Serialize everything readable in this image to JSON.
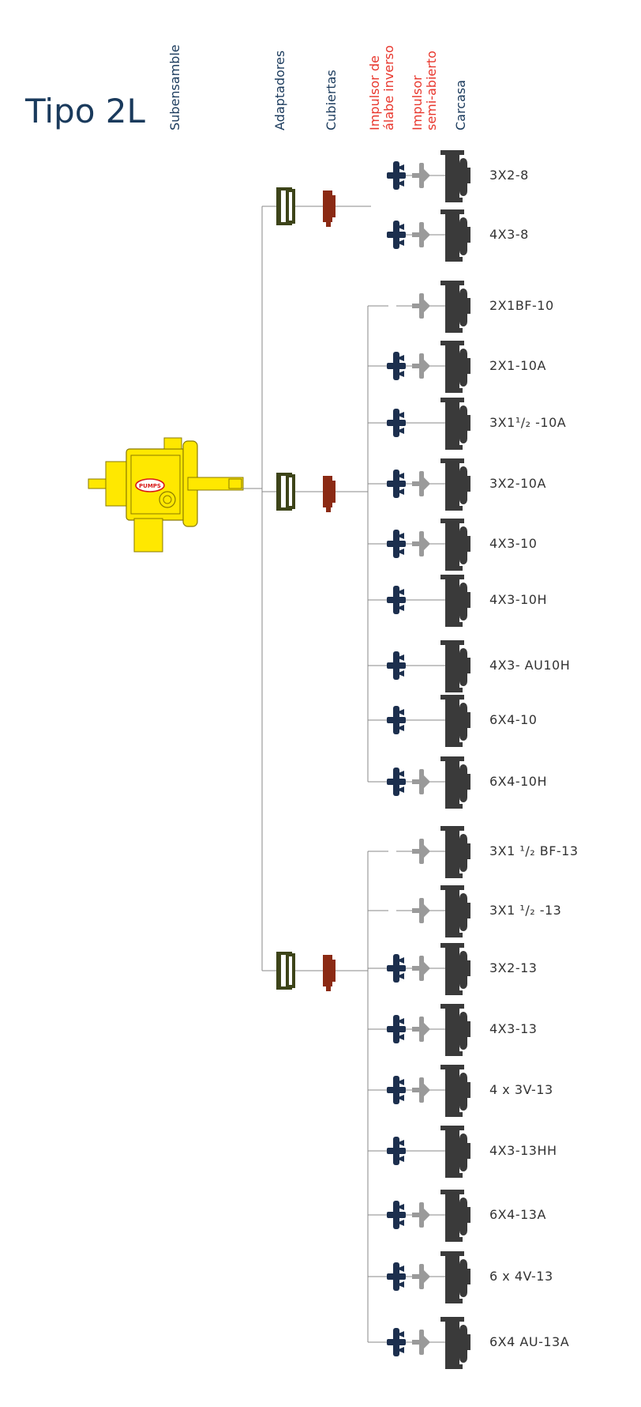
{
  "title": "Tipo 2L",
  "columns": {
    "subensamble": "Subensamble",
    "adaptadores": "Adaptadores",
    "cubiertas": "Cubiertas",
    "impulsor_inverso": [
      "Impulsor de",
      "álabe inverso"
    ],
    "impulsor_semi": [
      "Impulsor",
      "semi-abierto"
    ],
    "carcasa": "Carcasa"
  },
  "colors": {
    "title": "#1a3a5c",
    "header_blue": "#1a3a5c",
    "header_red": "#e8362c",
    "adapter": "#3d4419",
    "cover": "#8b2a14",
    "reverse_impeller": "#1c2f4e",
    "semi_open_impeller": "#9a9a9a",
    "casing": "#3a3a3a",
    "subassembly": "#ffe800",
    "connector": "#888888"
  },
  "subassembly_label": "PUMPS",
  "groups": [
    {
      "models": [
        {
          "label": "3X2-8",
          "reverse": true,
          "semi": true
        },
        {
          "label": "4X3-8",
          "reverse": true,
          "semi": true
        }
      ]
    },
    {
      "models": [
        {
          "label": "2X1BF-10",
          "reverse": false,
          "semi": true
        },
        {
          "label": "2X1-10A",
          "reverse": true,
          "semi": true
        },
        {
          "label": "3X1¹/₂ -10A",
          "reverse": true,
          "semi": false
        },
        {
          "label": "3X2-10A",
          "reverse": true,
          "semi": true
        },
        {
          "label": "4X3-10",
          "reverse": true,
          "semi": true
        },
        {
          "label": "4X3-10H",
          "reverse": true,
          "semi": false
        },
        {
          "label": "4X3- AU10H",
          "reverse": true,
          "semi": false
        },
        {
          "label": "6X4-10",
          "reverse": true,
          "semi": false
        },
        {
          "label": "6X4-10H",
          "reverse": true,
          "semi": true
        }
      ]
    },
    {
      "models": [
        {
          "label": "3X1 ¹/₂ BF-13",
          "reverse": false,
          "semi": true
        },
        {
          "label": "3X1 ¹/₂ -13",
          "reverse": false,
          "semi": true
        },
        {
          "label": "3X2-13",
          "reverse": true,
          "semi": true
        },
        {
          "label": "4X3-13",
          "reverse": true,
          "semi": true
        },
        {
          "label": "4 x 3V-13",
          "reverse": true,
          "semi": true
        },
        {
          "label": "4X3-13HH",
          "reverse": true,
          "semi": false
        },
        {
          "label": "6X4-13A",
          "reverse": true,
          "semi": true
        },
        {
          "label": "6 x 4V-13",
          "reverse": true,
          "semi": true
        },
        {
          "label": "6X4 AU-13A",
          "reverse": true,
          "semi": true
        }
      ]
    }
  ]
}
